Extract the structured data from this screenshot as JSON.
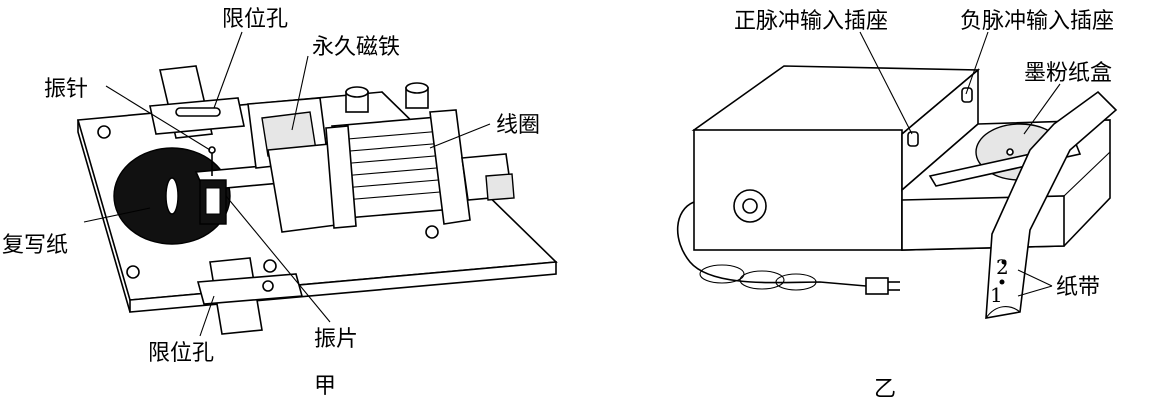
{
  "left_figure": {
    "caption": "甲",
    "labels": {
      "limit_hole_top": "限位孔",
      "permanent_magnet": "永久磁铁",
      "vibrating_needle": "振针",
      "coil": "线圈",
      "carbon_paper": "复写纸",
      "limit_hole_bottom": "限位孔",
      "vibrating_plate": "振片"
    }
  },
  "right_figure": {
    "caption": "乙",
    "labels": {
      "positive_pulse_socket": "正脉冲输入插座",
      "negative_pulse_socket": "负脉冲输入插座",
      "toner_cartridge": "墨粉纸盒",
      "paper_tape": "纸带",
      "tape_mark_1": "1",
      "tape_mark_2": "2"
    }
  }
}
